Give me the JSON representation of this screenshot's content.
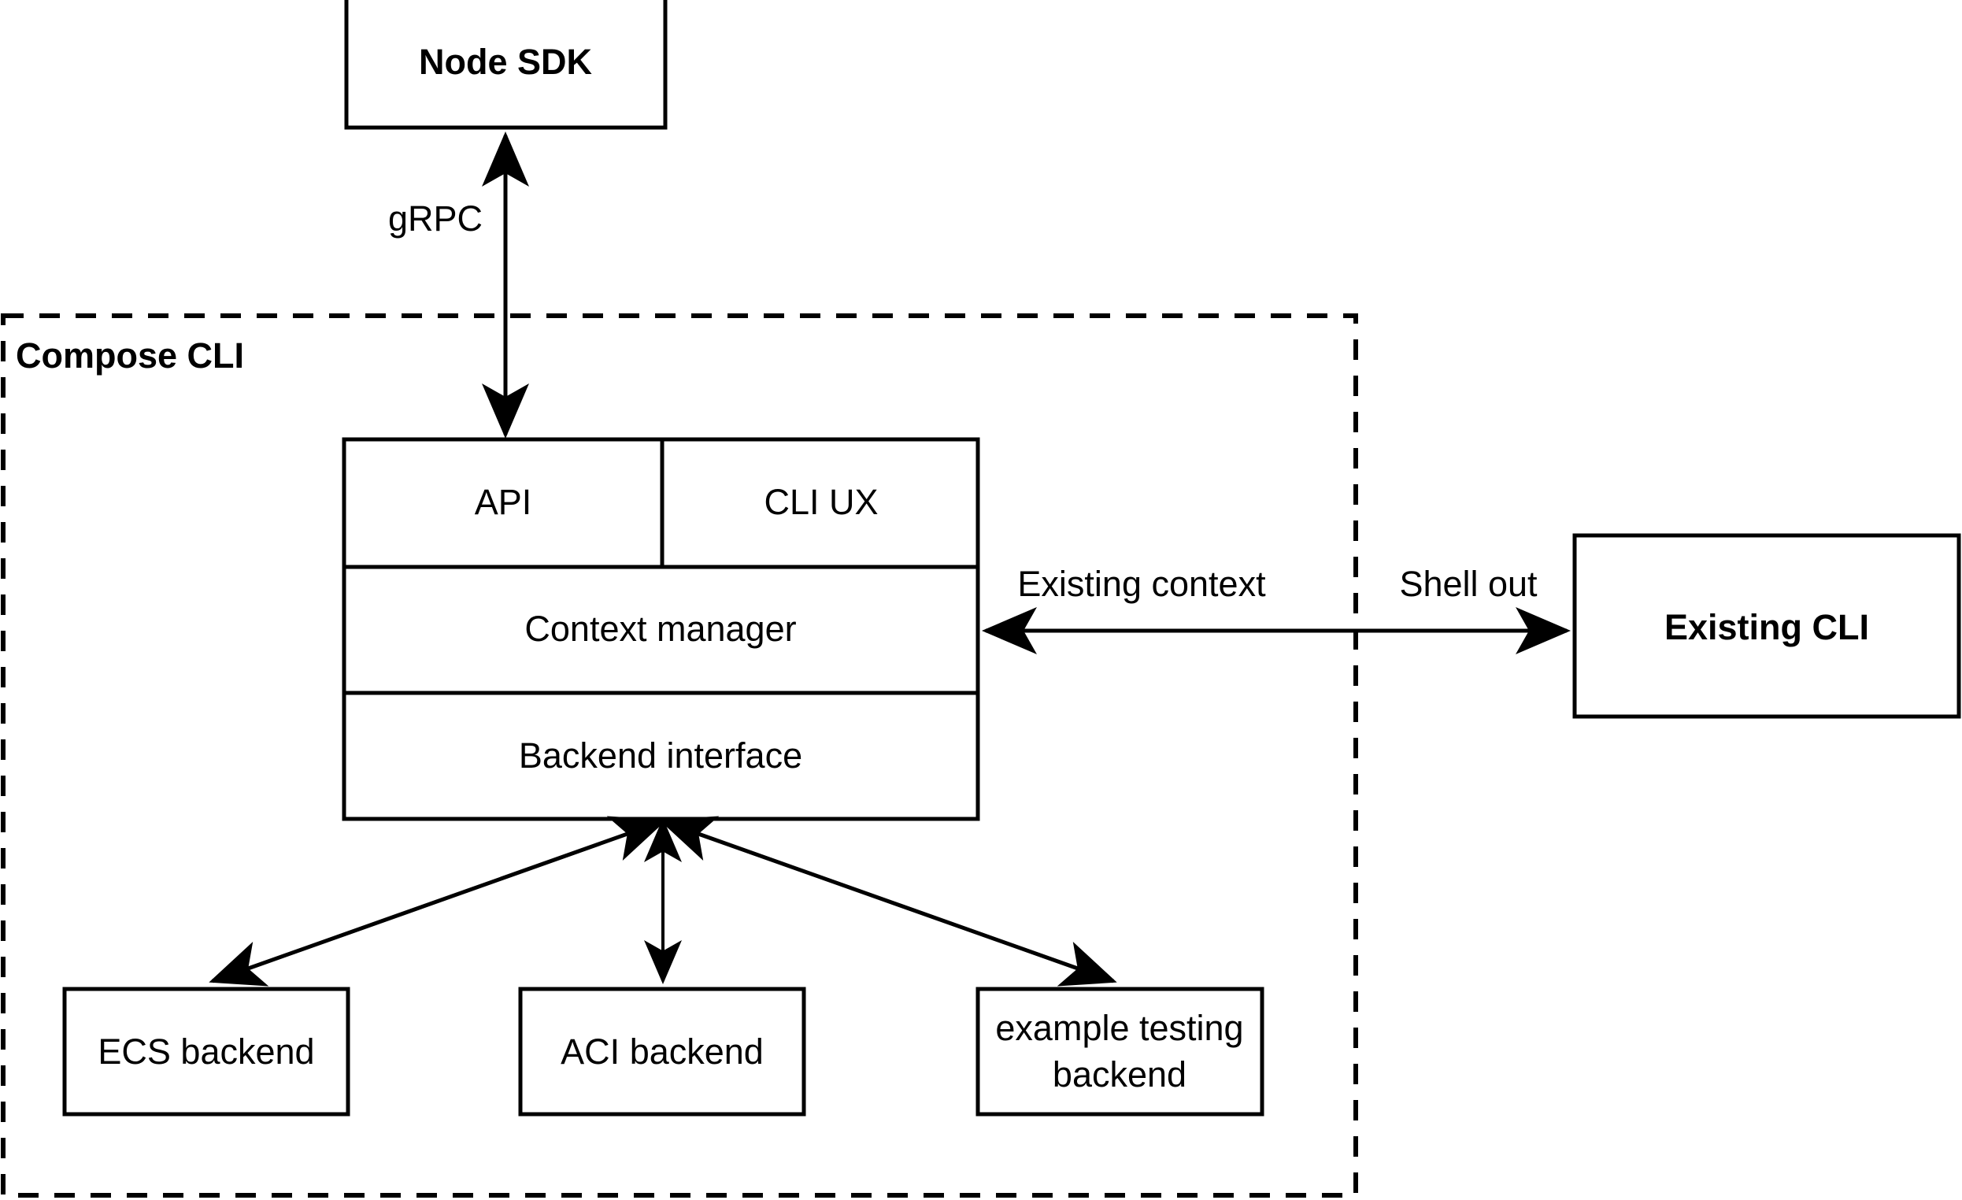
{
  "diagram": {
    "title_visible": false,
    "colors": {
      "stroke": "#000000",
      "fill": "#ffffff",
      "text": "#000000"
    },
    "groups": [
      {
        "id": "compose-cli",
        "label": "Compose CLI",
        "style": "dashed"
      }
    ],
    "nodes": [
      {
        "id": "node-sdk",
        "label": "Node SDK",
        "bold": true
      },
      {
        "id": "api",
        "label": "API",
        "bold": false
      },
      {
        "id": "cli-ux",
        "label": "CLI UX",
        "bold": false
      },
      {
        "id": "context-manager",
        "label": "Context manager",
        "bold": false
      },
      {
        "id": "backend-interface",
        "label": "Backend interface",
        "bold": false
      },
      {
        "id": "ecs-backend",
        "label": "ECS backend",
        "bold": false
      },
      {
        "id": "aci-backend",
        "label": "ACI backend",
        "bold": false
      },
      {
        "id": "example-testing-backend",
        "label_line1": "example testing",
        "label_line2": "backend",
        "bold": false
      },
      {
        "id": "existing-cli",
        "label": "Existing CLI",
        "bold": true
      }
    ],
    "edges": [
      {
        "id": "edge-grpc",
        "label": "gRPC",
        "from": "compose-cli-stack",
        "to": "node-sdk",
        "arrows": "both"
      },
      {
        "id": "edge-existing-context",
        "label": "Existing context",
        "from": "existing-cli",
        "to": "context-manager",
        "arrows": "start"
      },
      {
        "id": "edge-shell-out",
        "label": "Shell out",
        "from": "context-manager",
        "to": "existing-cli",
        "arrows": "end"
      },
      {
        "id": "edge-ecs",
        "label": "",
        "from": "backend-interface",
        "to": "ecs-backend",
        "arrows": "both"
      },
      {
        "id": "edge-aci",
        "label": "",
        "from": "backend-interface",
        "to": "aci-backend",
        "arrows": "both"
      },
      {
        "id": "edge-example",
        "label": "",
        "from": "backend-interface",
        "to": "example-testing-backend",
        "arrows": "both"
      }
    ]
  }
}
